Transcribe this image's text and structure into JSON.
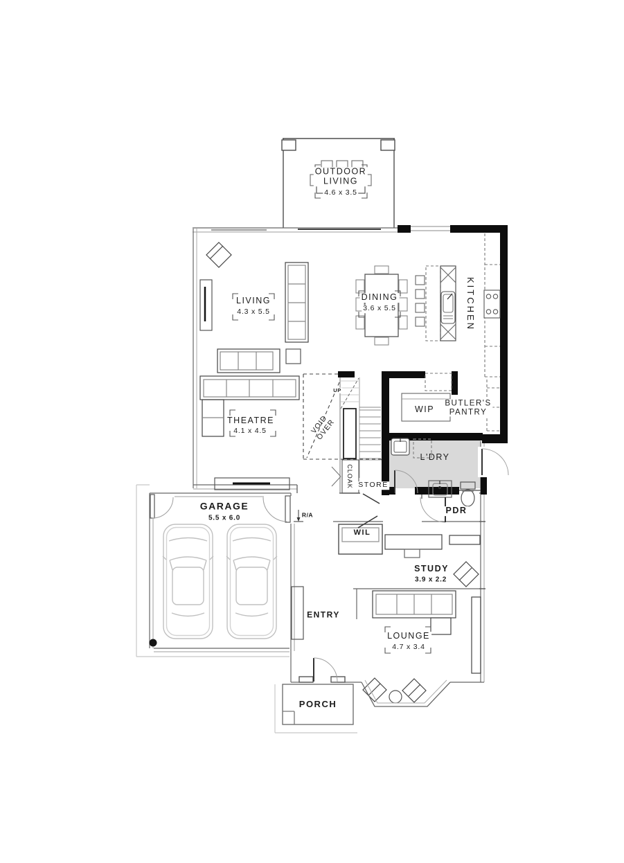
{
  "labels": {
    "outdoor_living": {
      "line1": "OUTDOOR",
      "line2": "LIVING",
      "dim": "4.6 x 3.5"
    },
    "living": {
      "name": "LIVING",
      "dim": "4.3 x 5.5"
    },
    "dining": {
      "name": "DINING",
      "dim": "3.6 x 5.5"
    },
    "kitchen": {
      "name": "KITCHEN"
    },
    "theatre": {
      "name": "THEATRE",
      "dim": "4.1 x 4.5"
    },
    "void": {
      "line1": "VOID",
      "line2": "OVER"
    },
    "stairs": {
      "up": "UP"
    },
    "wip": {
      "name": "WIP"
    },
    "butlers_pantry": {
      "line1": "BUTLER'S",
      "line2": "PANTRY"
    },
    "laundry": {
      "name": "L'DRY"
    },
    "cloak": {
      "name": "CLOAK"
    },
    "store": {
      "name": "STORE"
    },
    "garage": {
      "name": "GARAGE",
      "dim": "5.5 x 6.0"
    },
    "return_air": {
      "name": "R/A"
    },
    "wil": {
      "name": "WIL"
    },
    "pdr": {
      "name": "PDR"
    },
    "study": {
      "name": "STUDY",
      "dim": "3.9 x 2.2"
    },
    "entry": {
      "name": "ENTRY"
    },
    "lounge": {
      "name": "LOUNGE",
      "dim": "4.7 x 3.4"
    },
    "porch": {
      "name": "PORCH"
    }
  },
  "colors": {
    "wall": "#0d0d0d",
    "line": "#4d4d4d",
    "light_line": "#9e9e9e",
    "laundry_fill": "#d9d9d9",
    "car_outline": "#c0c0c0",
    "background": "#ffffff"
  }
}
